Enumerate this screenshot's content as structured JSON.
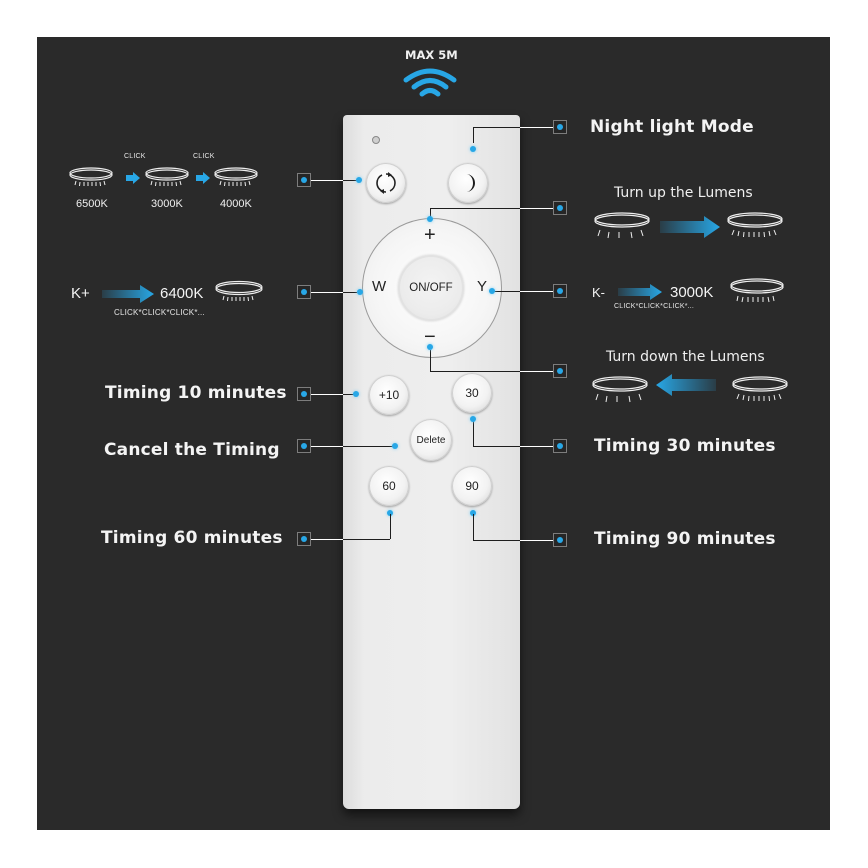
{
  "range": {
    "label": "MAX 5M",
    "icon": "wifi-signal-icon",
    "accent": "#28a7e6"
  },
  "colors": {
    "background": "#2a2a2a",
    "accent": "#28a7e6",
    "remote": "#ececec",
    "text": "#ffffff"
  },
  "remote": {
    "buttons": {
      "mode_cycle": {
        "icon": "cycle-arrows-icon"
      },
      "night_light": {
        "icon": "crescent-moon-icon"
      },
      "onoff": "ON/OFF",
      "plus": "+",
      "minus": "−",
      "w": "W",
      "y": "Y",
      "t10": "+10",
      "t30": "30",
      "delete": "Delete",
      "t60": "60",
      "t90": "90"
    }
  },
  "callouts": {
    "cycle": {
      "click1": "CLICK",
      "click2": "CLICK",
      "temps": [
        "6500K",
        "3000K",
        "4000K"
      ]
    },
    "night_light": "Night light Mode",
    "lumens_up": "Turn up the Lumens",
    "lumens_down": "Turn down the Lumens",
    "k_plus": {
      "label": "K+",
      "value": "6400K",
      "note": "CLICK*CLICK*CLICK*..."
    },
    "k_minus": {
      "label": "K-",
      "value": "3000K",
      "note": "CLICK*CLICK*CLICK*..."
    },
    "timing10": "Timing 10 minutes",
    "cancel": "Cancel the Timing",
    "timing30": "Timing 30 minutes",
    "timing60": "Timing 60 minutes",
    "timing90": "Timing 90 minutes"
  }
}
